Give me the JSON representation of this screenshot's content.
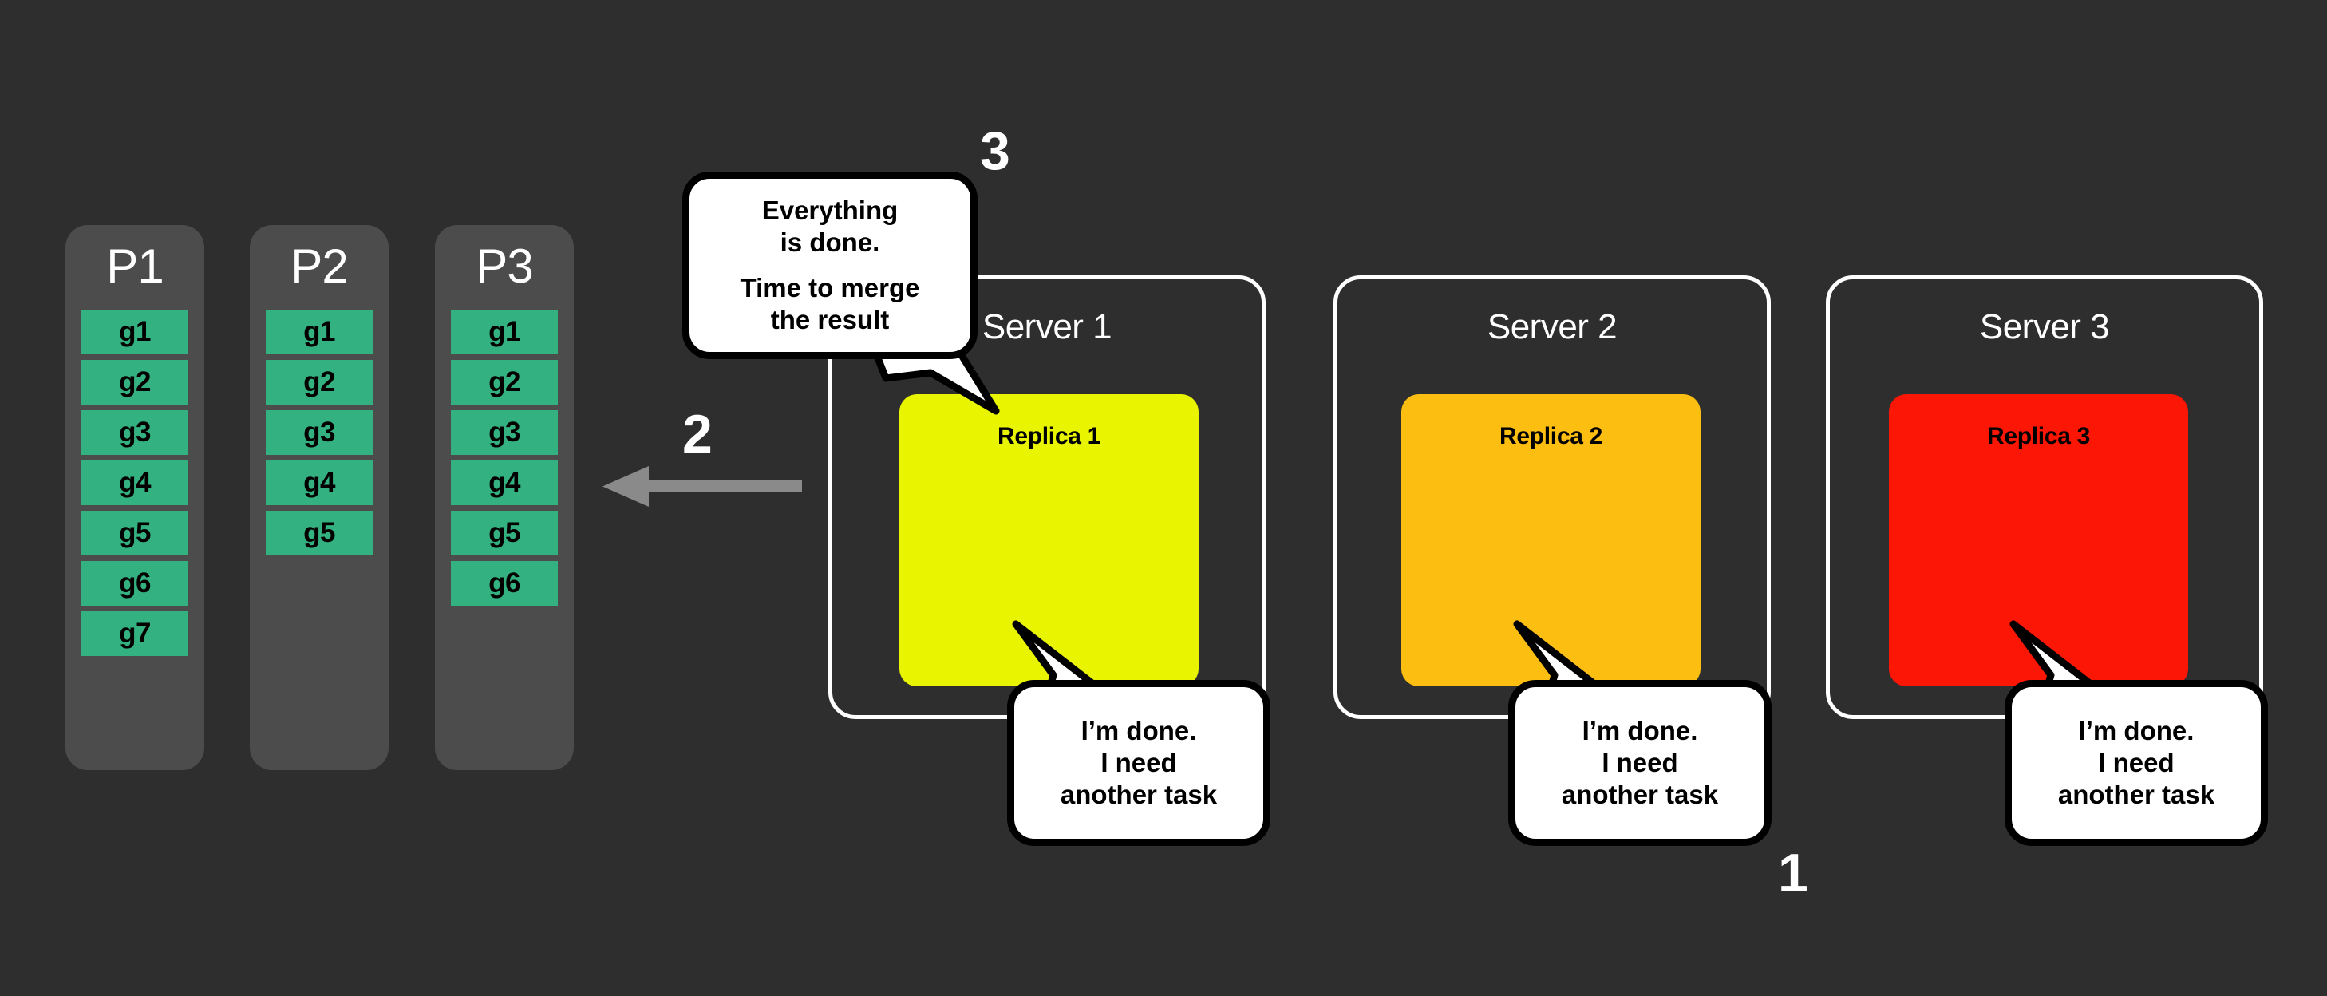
{
  "background_color": "#2e2e2e",
  "palette": {
    "partition_bg": "#4c4c4c",
    "cell_green": "#34b180",
    "replica1_yellow": "#e9f500",
    "replica2_orange": "#fcbe11",
    "replica3_red": "#fb1605",
    "outline_white": "#ffffff",
    "arrow_gray": "#8a8a8a",
    "bubble_white": "#ffffff",
    "bubble_border": "#000000"
  },
  "partitions": [
    {
      "title": "P1",
      "cells": [
        "g1",
        "g2",
        "g3",
        "g4",
        "g5",
        "g6",
        "g7"
      ]
    },
    {
      "title": "P2",
      "cells": [
        "g1",
        "g2",
        "g3",
        "g4",
        "g5"
      ]
    },
    {
      "title": "P3",
      "cells": [
        "g1",
        "g2",
        "g3",
        "g4",
        "g5",
        "g6"
      ]
    }
  ],
  "servers": [
    {
      "title": "Server 1",
      "replica_label": "Replica 1",
      "replica_color": "#e9f500"
    },
    {
      "title": "Server 2",
      "replica_label": "Replica 2",
      "replica_color": "#fcbe11"
    },
    {
      "title": "Server 3",
      "replica_label": "Replica 3",
      "replica_color": "#fb1605"
    }
  ],
  "bubbles": {
    "merge": {
      "lines": [
        "Everything",
        "is done.",
        "Time to merge",
        "the result"
      ]
    },
    "done": {
      "lines": [
        "I’m done.",
        "I need",
        "another task"
      ]
    }
  },
  "steps": {
    "one": "1",
    "two": "2",
    "three": "3"
  },
  "arrow": {
    "direction": "left",
    "color": "#8a8a8a"
  }
}
